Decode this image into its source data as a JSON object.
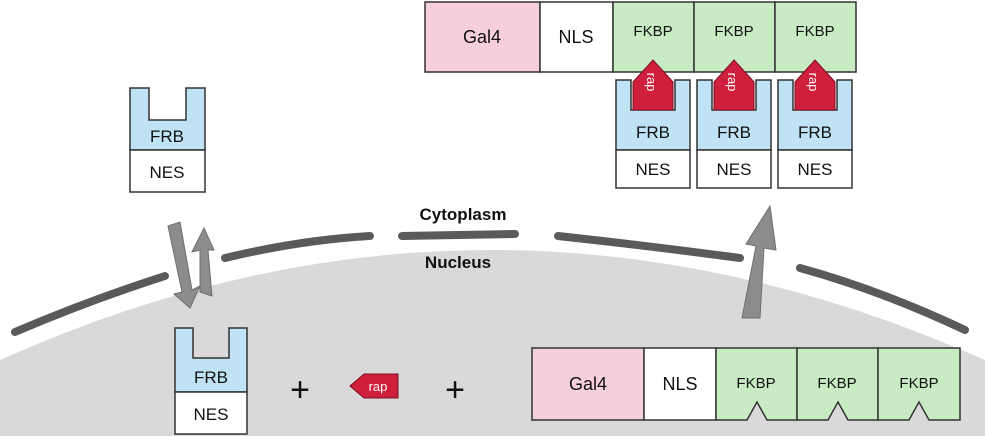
{
  "compartments": {
    "cytoplasm_label": "Cytoplasm",
    "nucleus_label": "Nucleus"
  },
  "operators": {
    "plus": "+"
  },
  "colors": {
    "nucleus_fill": "#d9d9d9",
    "membrane": "#5a5a5a",
    "arrow": "#8c8c8c",
    "gal4": "#f7cfdc",
    "nls": "#ffffff",
    "fkbp": "#c8ebc4",
    "frb": "#bfe3f4",
    "nes": "#ffffff",
    "rap": "#d01f3d",
    "outline": "#333333"
  },
  "cytoplasm": {
    "free_frb_nes": {
      "frb_label": "FRB",
      "nes_label": "NES"
    },
    "complex": {
      "gal4_label": "Gal4",
      "nls_label": "NLS",
      "fkbp_labels": [
        "FKBP",
        "FKBP",
        "FKBP"
      ],
      "rap_labels": [
        "rap",
        "rap",
        "rap"
      ],
      "frb_labels": [
        "FRB",
        "FRB",
        "FRB"
      ],
      "nes_labels": [
        "NES",
        "NES",
        "NES"
      ]
    }
  },
  "nucleus": {
    "frb_nes": {
      "frb_label": "FRB",
      "nes_label": "NES"
    },
    "rap_label": "rap",
    "fusion": {
      "gal4_label": "Gal4",
      "nls_label": "NLS",
      "fkbp_labels": [
        "FKBP",
        "FKBP",
        "FKBP"
      ]
    }
  }
}
